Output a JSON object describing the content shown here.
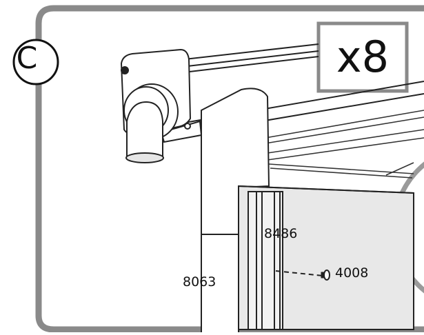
{
  "step_label": "C",
  "quantity": "x8",
  "parts": {
    "frame_label": "8063",
    "panel_label": "8486",
    "screw_label": "4008"
  },
  "colors": {
    "frame_border": "#8a8a8a",
    "panel_fill": "#e8e8e8",
    "line": "#222222"
  }
}
